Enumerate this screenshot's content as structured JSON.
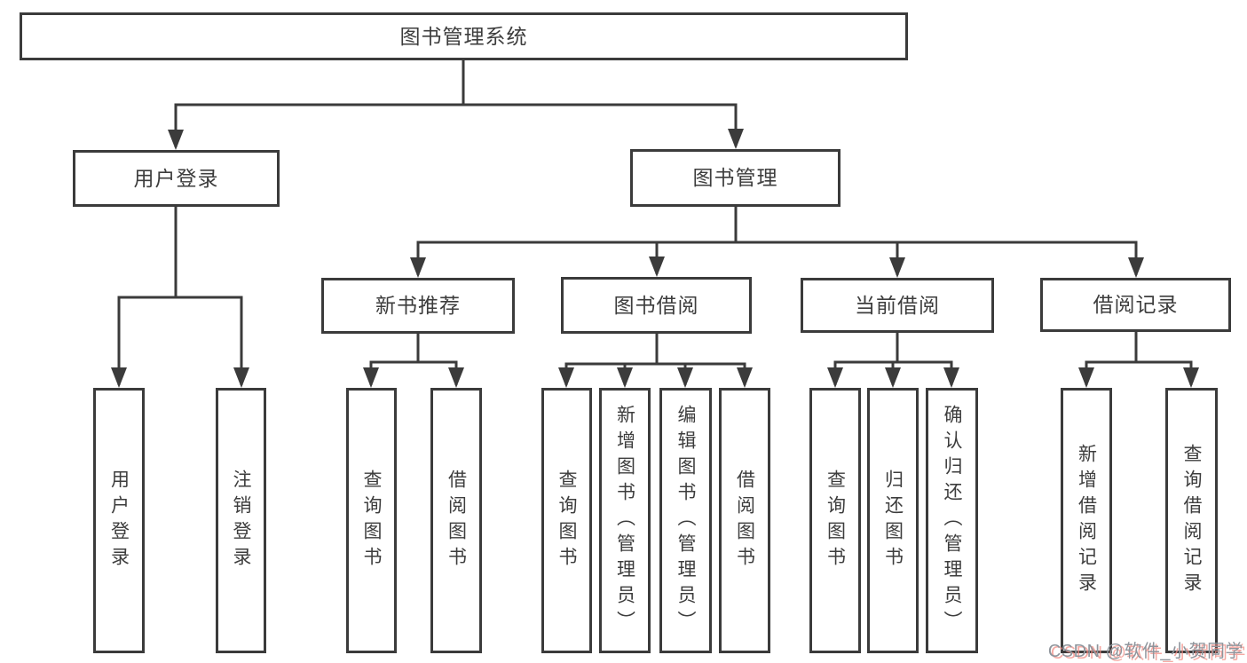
{
  "tree": {
    "root": {
      "label": "图书管理系统"
    },
    "branches": [
      {
        "label": "用户登录",
        "children": [
          {
            "label": "用户登录"
          },
          {
            "label": "注销登录"
          }
        ]
      },
      {
        "label": "图书管理",
        "groups": [
          {
            "label": "新书推荐",
            "children": [
              {
                "label": "查询图书"
              },
              {
                "label": "借阅图书"
              }
            ]
          },
          {
            "label": "图书借阅",
            "children": [
              {
                "label": "查询图书"
              },
              {
                "label": "新增图书（管理员）"
              },
              {
                "label": "编辑图书（管理员）"
              },
              {
                "label": "借阅图书"
              }
            ]
          },
          {
            "label": "当前借阅",
            "children": [
              {
                "label": "查询图书"
              },
              {
                "label": "归还图书"
              },
              {
                "label": "确认归还（管理员）"
              }
            ]
          },
          {
            "label": "借阅记录",
            "children": [
              {
                "label": "新增借阅记录"
              },
              {
                "label": "查询借阅记录"
              }
            ]
          }
        ]
      }
    ]
  },
  "watermark": {
    "text": "CSDN @软件_小贺同学"
  },
  "colors": {
    "line": "#3b3b3b",
    "text": "#3d3d3d",
    "background": "#ffffff",
    "watermark_text": "#8f959c",
    "watermark_shadow": "#f28c84"
  }
}
